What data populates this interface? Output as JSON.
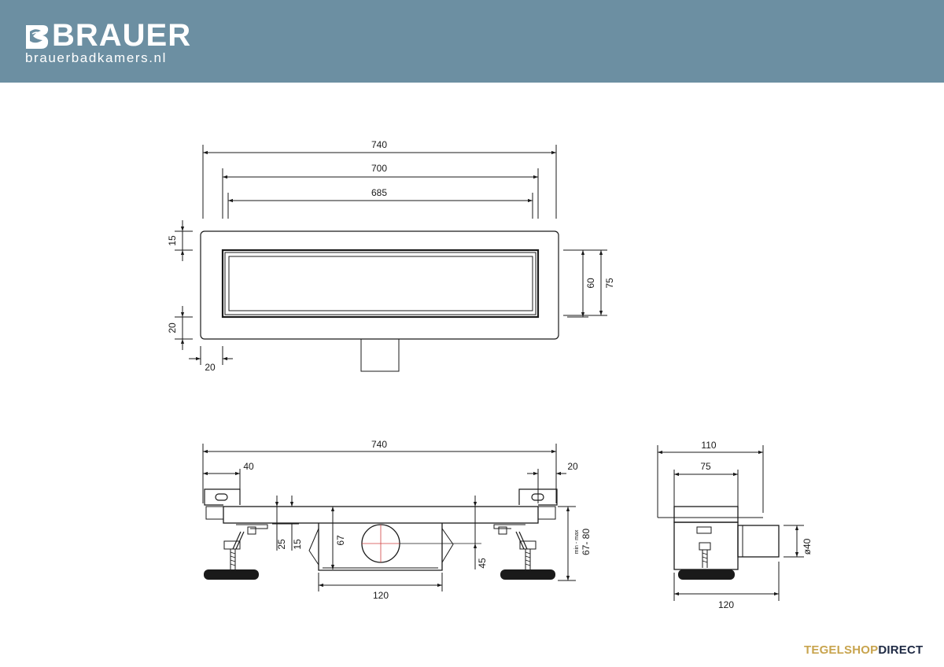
{
  "brand": {
    "name": "BRAUER",
    "url": "brauerbadkamers.nl",
    "header_color": "#6c8fa2"
  },
  "top_view": {
    "dim_overall": "740",
    "dim_grate_frame": "700",
    "dim_grate": "685",
    "dim_top_margin": "15",
    "dim_bottom_margin": "20",
    "dim_side_margin": "20",
    "dim_grate_height": "60",
    "dim_frame_height": "75"
  },
  "side_view": {
    "dim_overall": "740",
    "dim_left_bracket": "40",
    "dim_right_bracket": "20",
    "dim_25": "25",
    "dim_15": "15",
    "dim_67": "67",
    "dim_45": "45",
    "dim_height_label": "67- 80",
    "dim_height_note": "min - max",
    "dim_outlet_width": "120"
  },
  "end_view": {
    "dim_top": "110",
    "dim_inner": "75",
    "dim_outlet_diameter": "ø40",
    "dim_bottom": "120"
  },
  "footer": {
    "shop_part1": "TEGEL",
    "shop_part2": "SHOP",
    "shop_part3": "DIRECT"
  },
  "colors": {
    "line": "#1a1a1a",
    "outlet_cross": "#d04040",
    "shop_gold": "#c8a44e",
    "shop_navy": "#1f2a44"
  }
}
